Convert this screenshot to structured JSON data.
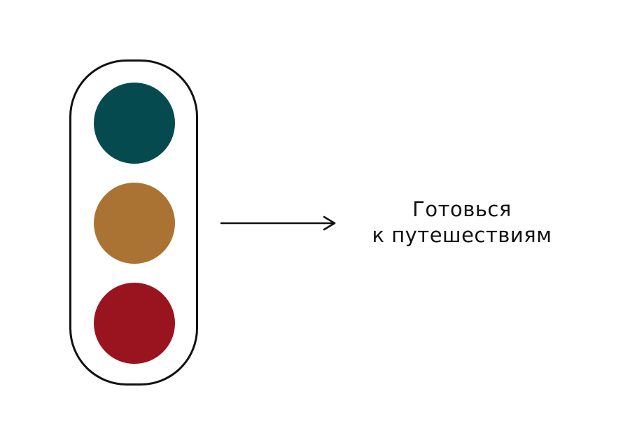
{
  "traffic_light": {
    "lamps": [
      {
        "name": "top",
        "color": "#054a4f"
      },
      {
        "name": "middle",
        "color": "#ab7333"
      },
      {
        "name": "bottom",
        "color": "#99141f"
      }
    ],
    "frame_color": "#111111"
  },
  "arrow": {
    "color": "#111111"
  },
  "caption": {
    "line1": "Готовься",
    "line2": "к путешествиям"
  }
}
